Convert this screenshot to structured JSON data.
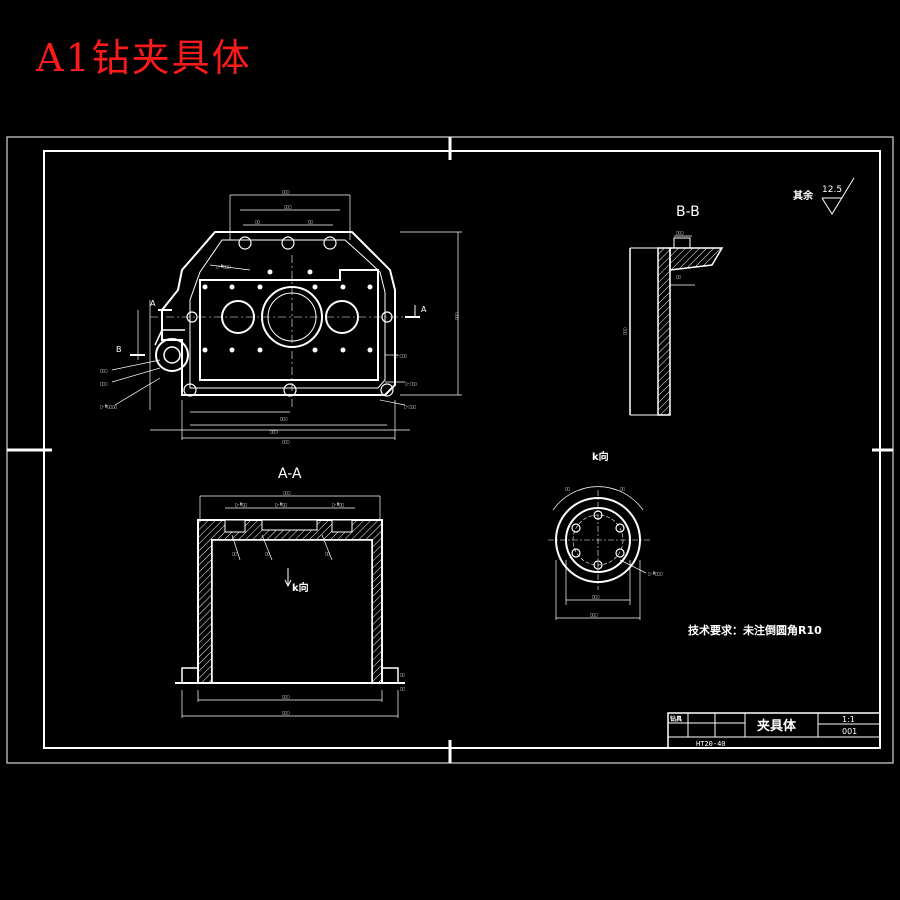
{
  "title": "A1钻夹具体",
  "views": {
    "bb_label": "B-B",
    "aa_label": "A-A",
    "k_label": "k向",
    "k_arrow_label": "k向",
    "section_a": "A",
    "section_b": "B"
  },
  "roughness": {
    "label": "其余",
    "value": "12.5"
  },
  "tech_requirements": "技术要求：未注倒圆角R10",
  "title_block": {
    "part_name": "夹具体",
    "scale": "1:1",
    "drawing_no": "001",
    "material": "HT20-40",
    "cell_label": "钻具"
  },
  "colors": {
    "background": "#000000",
    "line": "#ffffff",
    "title": "#ff1a1a"
  }
}
